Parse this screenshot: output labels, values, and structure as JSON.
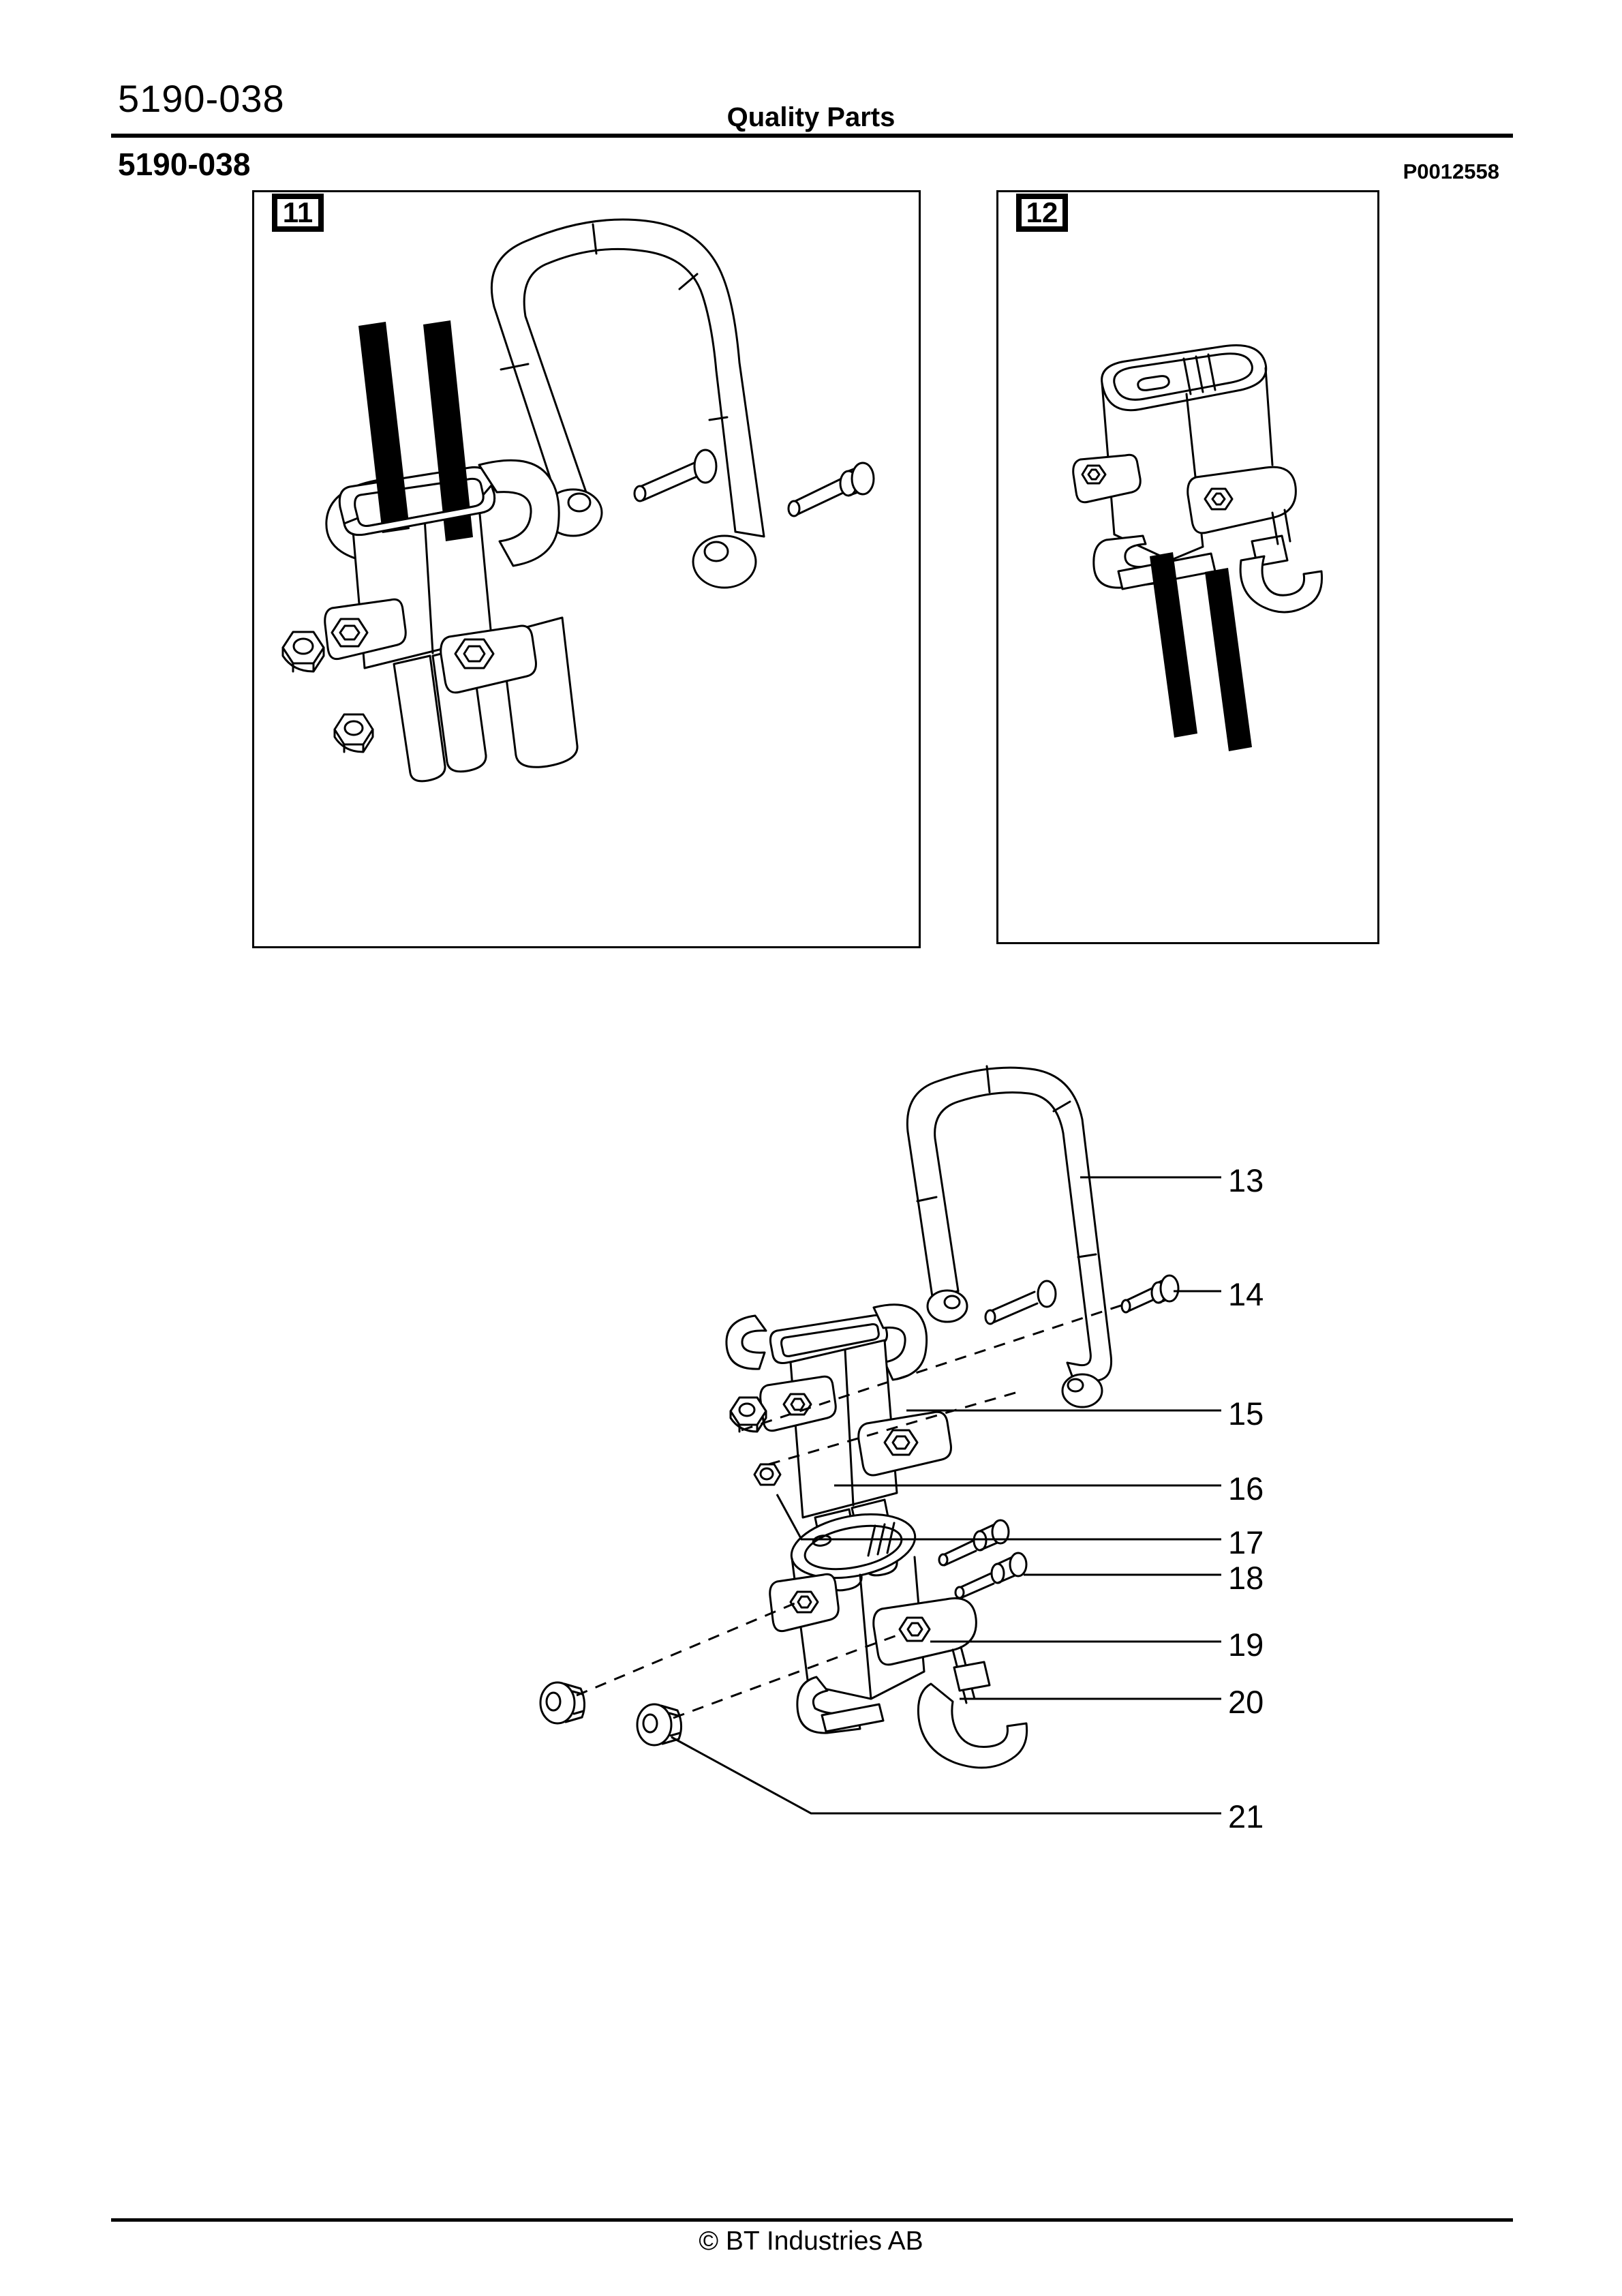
{
  "header": {
    "doc_number": "5190-038",
    "title": "Quality Parts",
    "section_number": "5190-038",
    "drawing_code": "P0012558"
  },
  "figures": [
    {
      "label": "11"
    },
    {
      "label": "12"
    }
  ],
  "callouts": [
    {
      "label": "13"
    },
    {
      "label": "14"
    },
    {
      "label": "15"
    },
    {
      "label": "16"
    },
    {
      "label": "17"
    },
    {
      "label": "18"
    },
    {
      "label": "19"
    },
    {
      "label": "20"
    },
    {
      "label": "21"
    }
  ],
  "footer": {
    "copyright": "© BT Industries AB"
  }
}
